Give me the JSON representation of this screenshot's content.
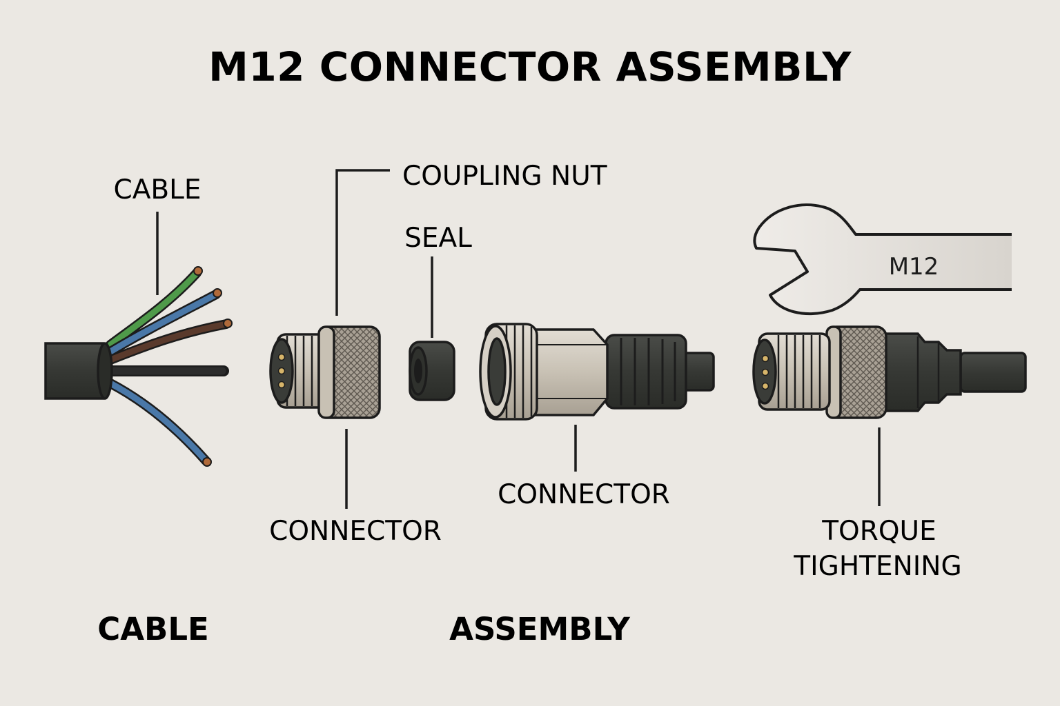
{
  "title": "M12 CONNECTOR ASSEMBLY",
  "labels": {
    "cable_top": "CABLE",
    "coupling_nut": "COUPLING NUT",
    "seal": "SEAL",
    "connector_left": "CONNECTOR",
    "connector_middle": "CONNECTOR",
    "torque_line1": "TORQUE",
    "torque_line2": "TIGHTENING",
    "wrench_size": "M12"
  },
  "sections": {
    "cable": "CABLE",
    "assembly": "ASSEMBLY"
  },
  "colors": {
    "background": "#ebe8e3",
    "outline": "#1c1c1c",
    "cable_jacket": "#3a3c38",
    "wire_green": "#4f9a4a",
    "wire_blue": "#4a78a8",
    "wire_brown": "#5a3a2c",
    "wire_black": "#2c2c2c",
    "metal": "#cfc8bc",
    "knurl": "#a59d90"
  }
}
